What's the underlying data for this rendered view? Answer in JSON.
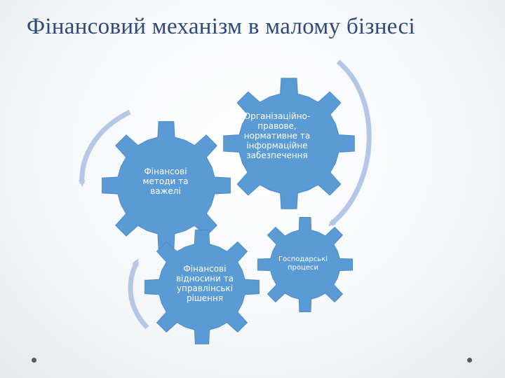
{
  "title": "Фінансовий механізм в малому бізнесі",
  "gears": [
    {
      "id": "methods",
      "lines": [
        "Фінансові",
        "методи та",
        "важелі"
      ]
    },
    {
      "id": "org",
      "lines": [
        "Організаційно-",
        "правове,",
        "нормативне та",
        "інформаційне",
        "забезпечення"
      ]
    },
    {
      "id": "relations",
      "lines": [
        "Фінансові",
        "відносини та",
        "управлінські",
        "рішення"
      ]
    },
    {
      "id": "processes",
      "lines": [
        "Господарські",
        "процеси"
      ]
    }
  ],
  "colors": {
    "gear": "#5b9bd5",
    "gear_stroke": "#4d8ac3",
    "arrow": "#b4c8e6",
    "title": "#2e4a7a"
  }
}
